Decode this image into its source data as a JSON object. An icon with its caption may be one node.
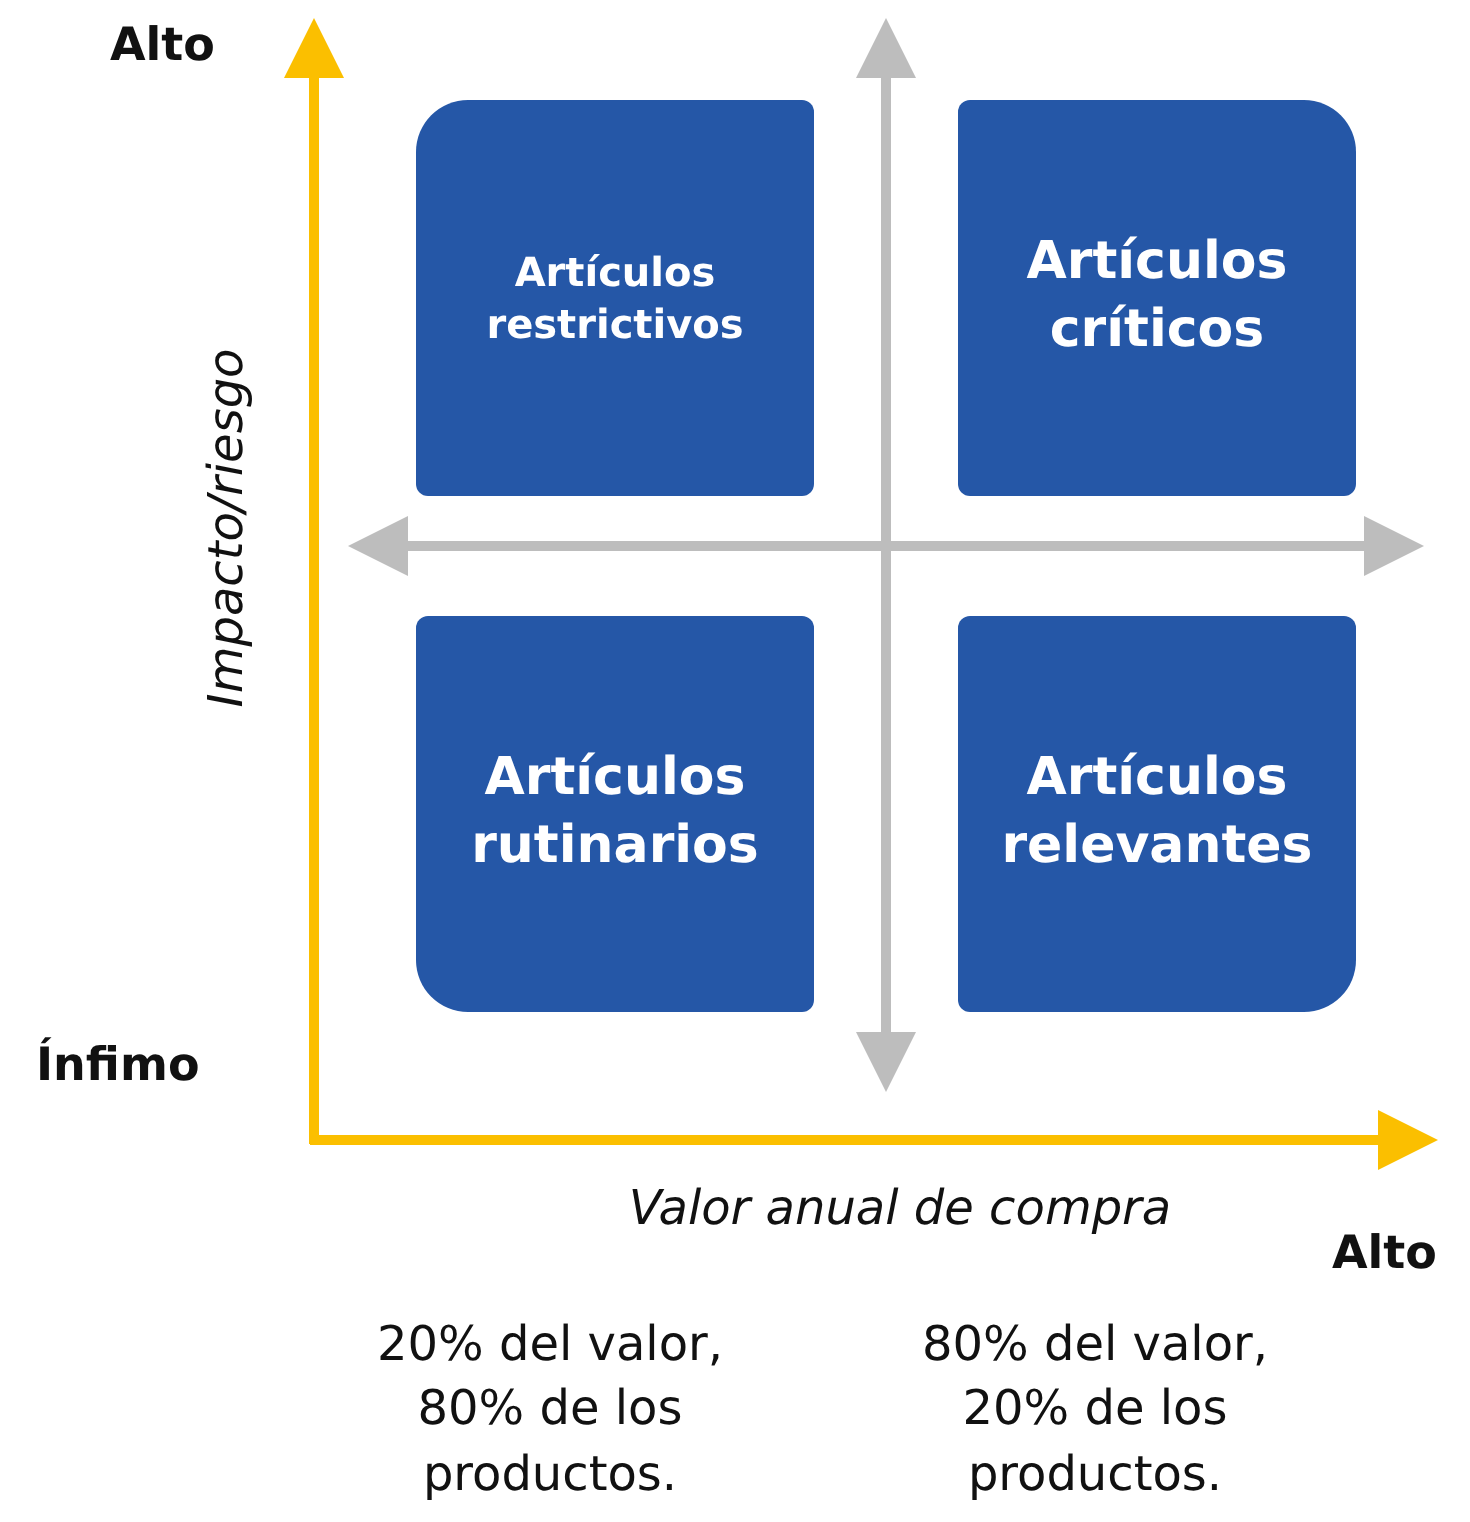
{
  "diagram": {
    "nodes": [
      {
        "text": [
          "Artículos restrictivos"
        ]
      },
      {
        "text": [
          "Artículos críticos"
        ]
      },
      {
        "text": [
          "Artículos rutinarios"
        ]
      },
      {
        "text": [
          "Artículos relevantes"
        ]
      }
    ],
    "labels": [
      "Alto",
      "Impacto/riesgo",
      "Ínfimo",
      "Valor anual de compra",
      "Alto",
      "20% del valor, 80% de los productos.",
      "80% del valor, 20% de los productos."
    ]
  }
}
